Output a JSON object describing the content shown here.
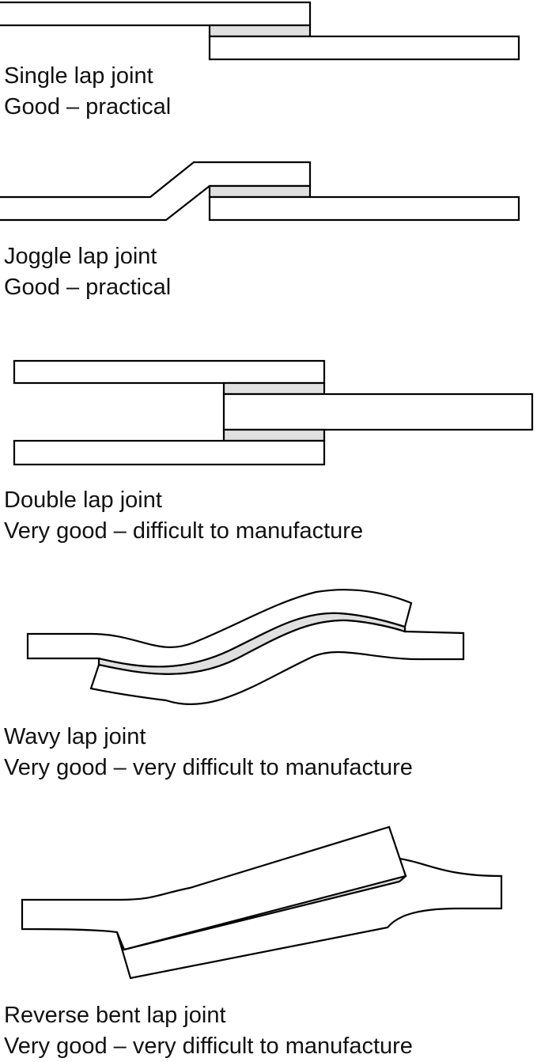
{
  "joints": [
    {
      "name": "Single lap joint",
      "rating": "Good – practical"
    },
    {
      "name": "Joggle lap joint",
      "rating": "Good – practical"
    },
    {
      "name": "Double lap joint",
      "rating": "Very good – difficult to manufacture"
    },
    {
      "name": "Wavy lap joint",
      "rating": "Very good – very difficult to manufacture"
    },
    {
      "name": "Reverse bent lap joint",
      "rating": "Very good – very difficult to manufacture"
    }
  ],
  "colors": {
    "adhesive": "#e0e0e0",
    "outline": "#000000",
    "adherend": "#ffffff"
  }
}
